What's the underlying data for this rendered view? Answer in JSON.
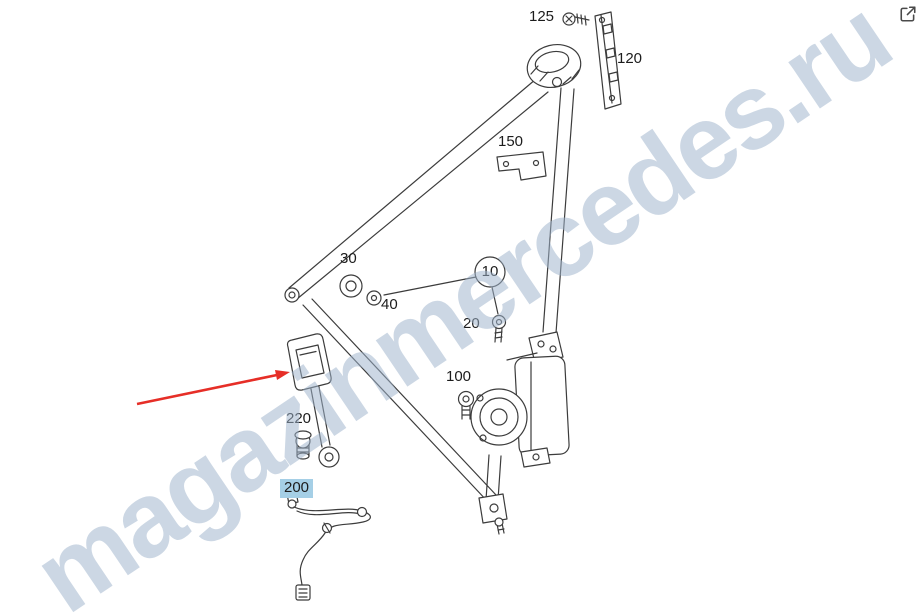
{
  "page": {
    "background": "#ffffff"
  },
  "watermark": {
    "text": "magazinmercedes.ru",
    "color": "#9fb4cc"
  },
  "external_link": {
    "icon": "external-link-icon"
  },
  "diagram": {
    "subject": "seat belt and buckle assembly parts diagram",
    "arrow_color": "#e62e27",
    "highlight_color": "#a5cfe6",
    "labels": [
      {
        "text": "125",
        "highlighted": false
      },
      {
        "text": "120",
        "highlighted": false
      },
      {
        "text": "150",
        "highlighted": false
      },
      {
        "text": "30",
        "highlighted": false
      },
      {
        "text": "40",
        "highlighted": false
      },
      {
        "text": "10",
        "highlighted": false,
        "circled": true
      },
      {
        "text": "20",
        "highlighted": false
      },
      {
        "text": "100",
        "highlighted": false
      },
      {
        "text": "220",
        "highlighted": false
      },
      {
        "text": "200",
        "highlighted": true
      }
    ]
  }
}
